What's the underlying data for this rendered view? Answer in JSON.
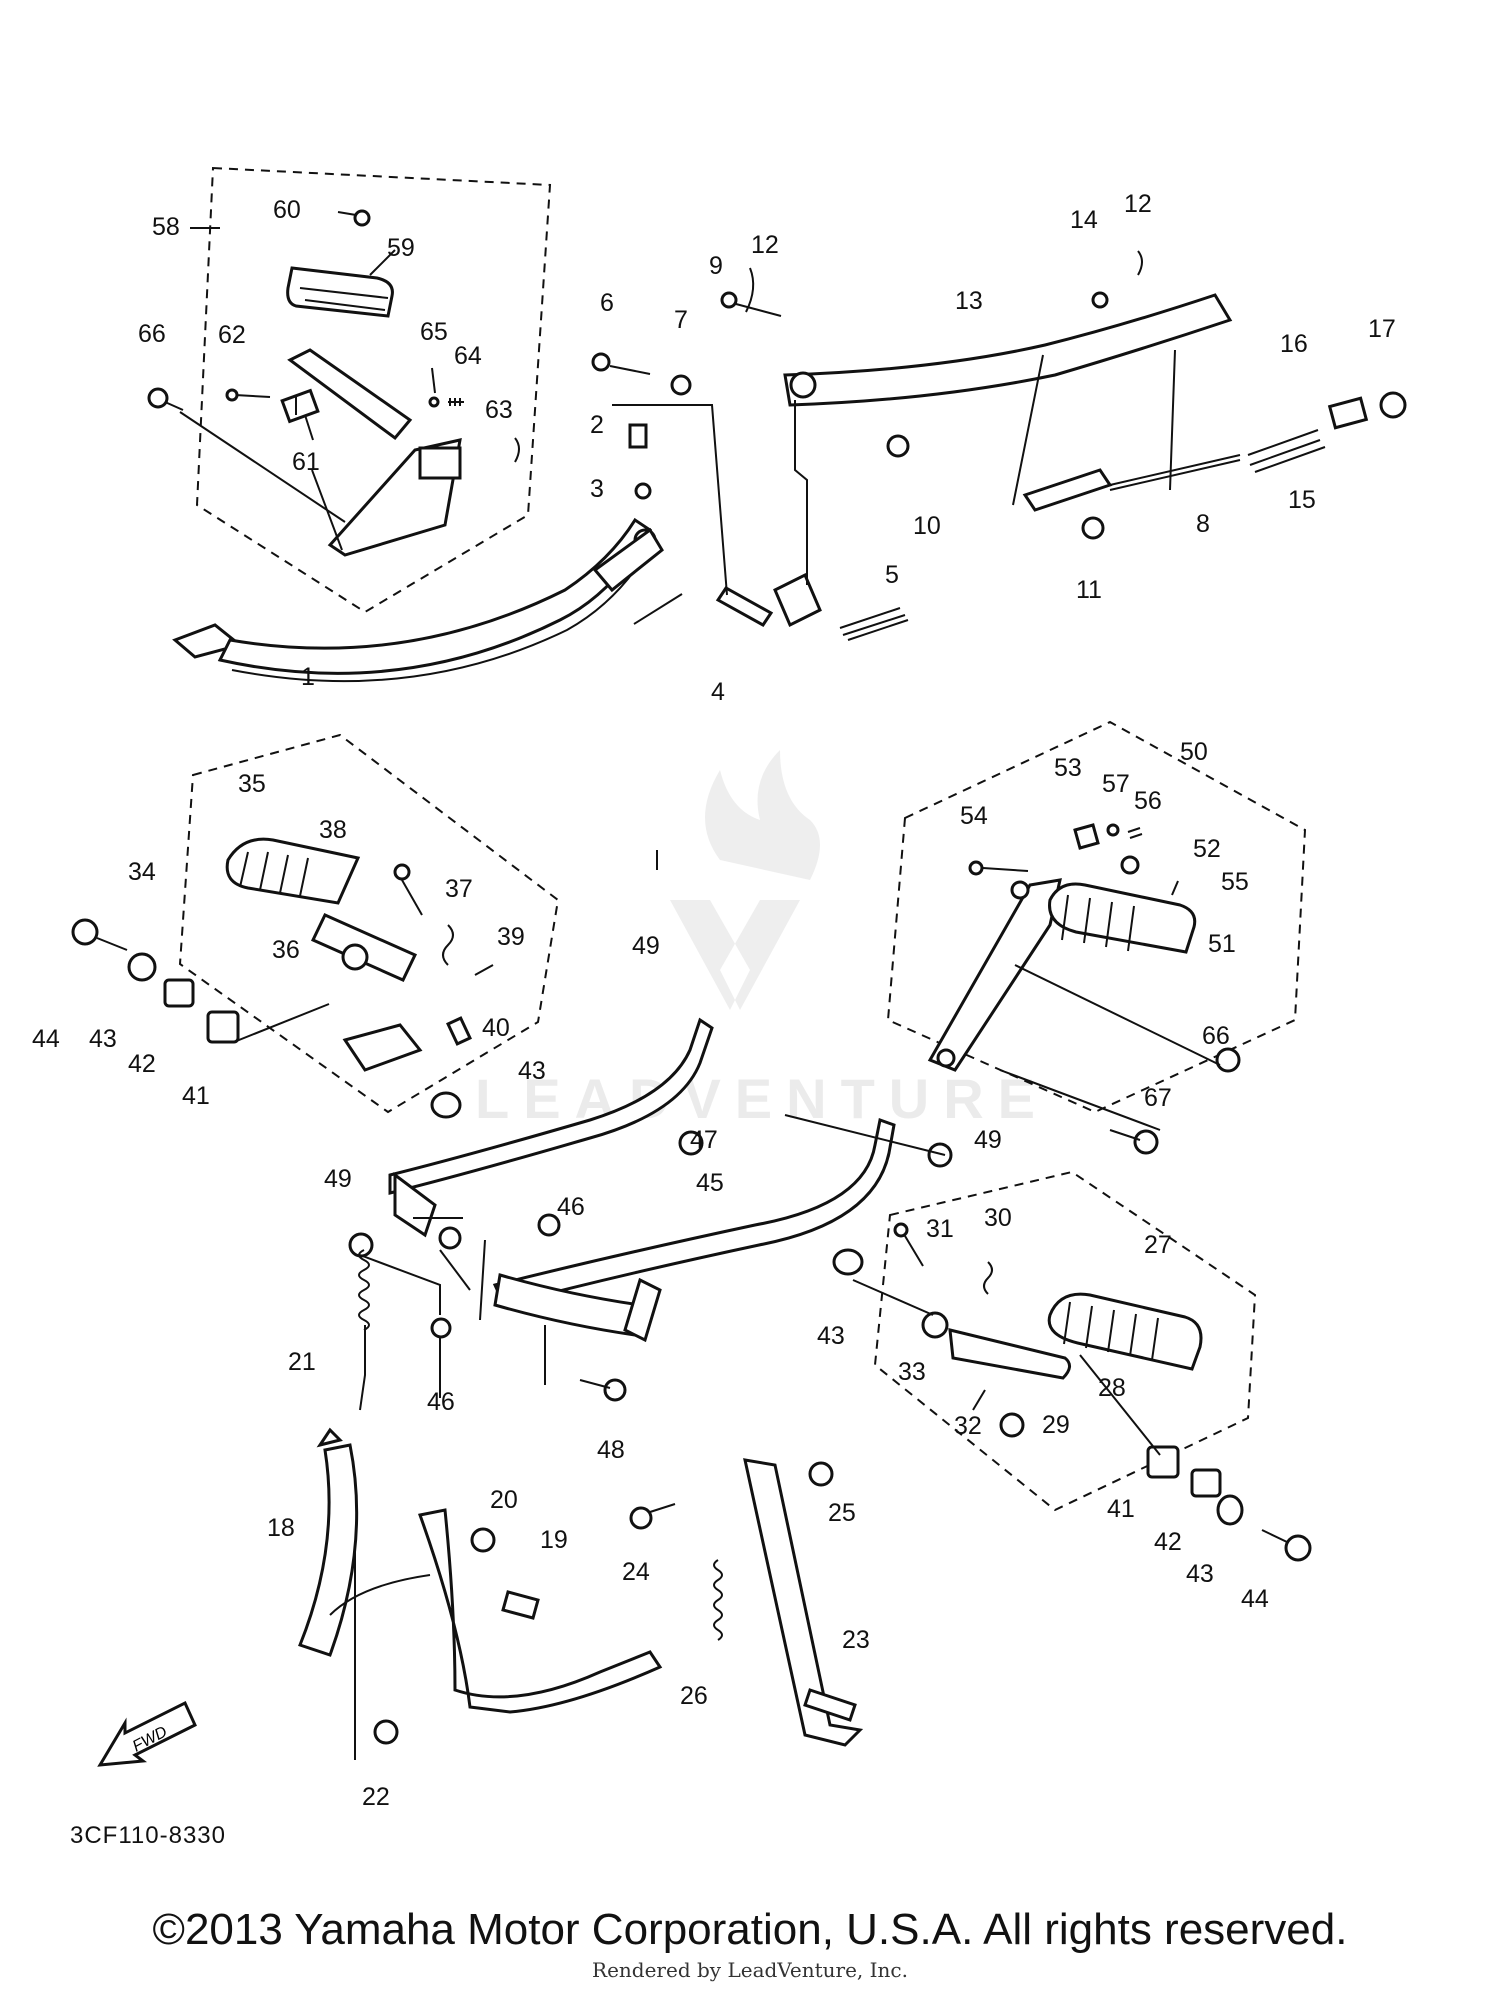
{
  "watermark": {
    "text": "LEADVENTURE"
  },
  "figure_code": "3CF110-8330",
  "fwd_label": "FWD",
  "copyright": "©2013 Yamaha Motor Corporation, U.S.A. All rights reserved.",
  "rendered_by": "Rendered by LeadVenture, Inc.",
  "callouts": [
    {
      "id": "c1",
      "text": "1"
    },
    {
      "id": "c2",
      "text": "2"
    },
    {
      "id": "c3",
      "text": "3"
    },
    {
      "id": "c4",
      "text": "4"
    },
    {
      "id": "c5",
      "text": "5"
    },
    {
      "id": "c6",
      "text": "6"
    },
    {
      "id": "c7",
      "text": "7"
    },
    {
      "id": "c8",
      "text": "8"
    },
    {
      "id": "c9",
      "text": "9"
    },
    {
      "id": "c10",
      "text": "10"
    },
    {
      "id": "c11",
      "text": "11"
    },
    {
      "id": "c12a",
      "text": "12"
    },
    {
      "id": "c12b",
      "text": "12"
    },
    {
      "id": "c13",
      "text": "13"
    },
    {
      "id": "c14",
      "text": "14"
    },
    {
      "id": "c15",
      "text": "15"
    },
    {
      "id": "c16",
      "text": "16"
    },
    {
      "id": "c17",
      "text": "17"
    },
    {
      "id": "c18",
      "text": "18"
    },
    {
      "id": "c19",
      "text": "19"
    },
    {
      "id": "c20",
      "text": "20"
    },
    {
      "id": "c21",
      "text": "21"
    },
    {
      "id": "c22",
      "text": "22"
    },
    {
      "id": "c23",
      "text": "23"
    },
    {
      "id": "c24",
      "text": "24"
    },
    {
      "id": "c25",
      "text": "25"
    },
    {
      "id": "c26",
      "text": "26"
    },
    {
      "id": "c27",
      "text": "27"
    },
    {
      "id": "c28",
      "text": "28"
    },
    {
      "id": "c29",
      "text": "29"
    },
    {
      "id": "c30",
      "text": "30"
    },
    {
      "id": "c31",
      "text": "31"
    },
    {
      "id": "c32",
      "text": "32"
    },
    {
      "id": "c33",
      "text": "33"
    },
    {
      "id": "c34",
      "text": "34"
    },
    {
      "id": "c35",
      "text": "35"
    },
    {
      "id": "c36",
      "text": "36"
    },
    {
      "id": "c37",
      "text": "37"
    },
    {
      "id": "c38",
      "text": "38"
    },
    {
      "id": "c39",
      "text": "39"
    },
    {
      "id": "c40",
      "text": "40"
    },
    {
      "id": "c41a",
      "text": "41"
    },
    {
      "id": "c41b",
      "text": "41"
    },
    {
      "id": "c42a",
      "text": "42"
    },
    {
      "id": "c42b",
      "text": "42"
    },
    {
      "id": "c43a",
      "text": "43"
    },
    {
      "id": "c43b",
      "text": "43"
    },
    {
      "id": "c43c",
      "text": "43"
    },
    {
      "id": "c43d",
      "text": "43"
    },
    {
      "id": "c44a",
      "text": "44"
    },
    {
      "id": "c44b",
      "text": "44"
    },
    {
      "id": "c45",
      "text": "45"
    },
    {
      "id": "c46a",
      "text": "46"
    },
    {
      "id": "c46b",
      "text": "46"
    },
    {
      "id": "c47",
      "text": "47"
    },
    {
      "id": "c48",
      "text": "48"
    },
    {
      "id": "c49a",
      "text": "49"
    },
    {
      "id": "c49b",
      "text": "49"
    },
    {
      "id": "c49c",
      "text": "49"
    },
    {
      "id": "c50",
      "text": "50"
    },
    {
      "id": "c51",
      "text": "51"
    },
    {
      "id": "c52",
      "text": "52"
    },
    {
      "id": "c53",
      "text": "53"
    },
    {
      "id": "c54",
      "text": "54"
    },
    {
      "id": "c55",
      "text": "55"
    },
    {
      "id": "c56",
      "text": "56"
    },
    {
      "id": "c57",
      "text": "57"
    },
    {
      "id": "c58",
      "text": "58"
    },
    {
      "id": "c59",
      "text": "59"
    },
    {
      "id": "c60",
      "text": "60"
    },
    {
      "id": "c61",
      "text": "61"
    },
    {
      "id": "c62",
      "text": "62"
    },
    {
      "id": "c63",
      "text": "63"
    },
    {
      "id": "c64",
      "text": "64"
    },
    {
      "id": "c65",
      "text": "65"
    },
    {
      "id": "c66a",
      "text": "66"
    },
    {
      "id": "c66b",
      "text": "66"
    },
    {
      "id": "c67",
      "text": "67"
    }
  ]
}
